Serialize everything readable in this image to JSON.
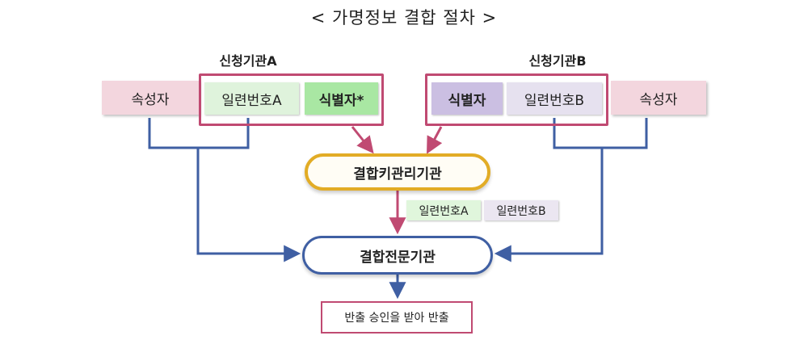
{
  "title": "< 가명정보 결합 절차 >",
  "institution_a": {
    "label": "신청기관A",
    "attribute": "속성자",
    "serial": "일련번호A",
    "identifier": "식별자*"
  },
  "institution_b": {
    "label": "신청기관B",
    "identifier": "식별자",
    "serial": "일련번호B",
    "attribute": "속성자"
  },
  "key_manager": "결합키관리기관",
  "passed_serials": [
    "일련번호A",
    "일련번호B"
  ],
  "combiner": "결합전문기관",
  "output": "반출 승인을 받아 반출",
  "colors": {
    "pink_frame": "#c04a72",
    "blue_line": "#3f5fa3",
    "gold_border": "#e2ac25",
    "attribute_fill": "#f3d6de",
    "identifier_a_fill": "#a9e7a3",
    "identifier_b_fill": "#cbbfe2"
  }
}
